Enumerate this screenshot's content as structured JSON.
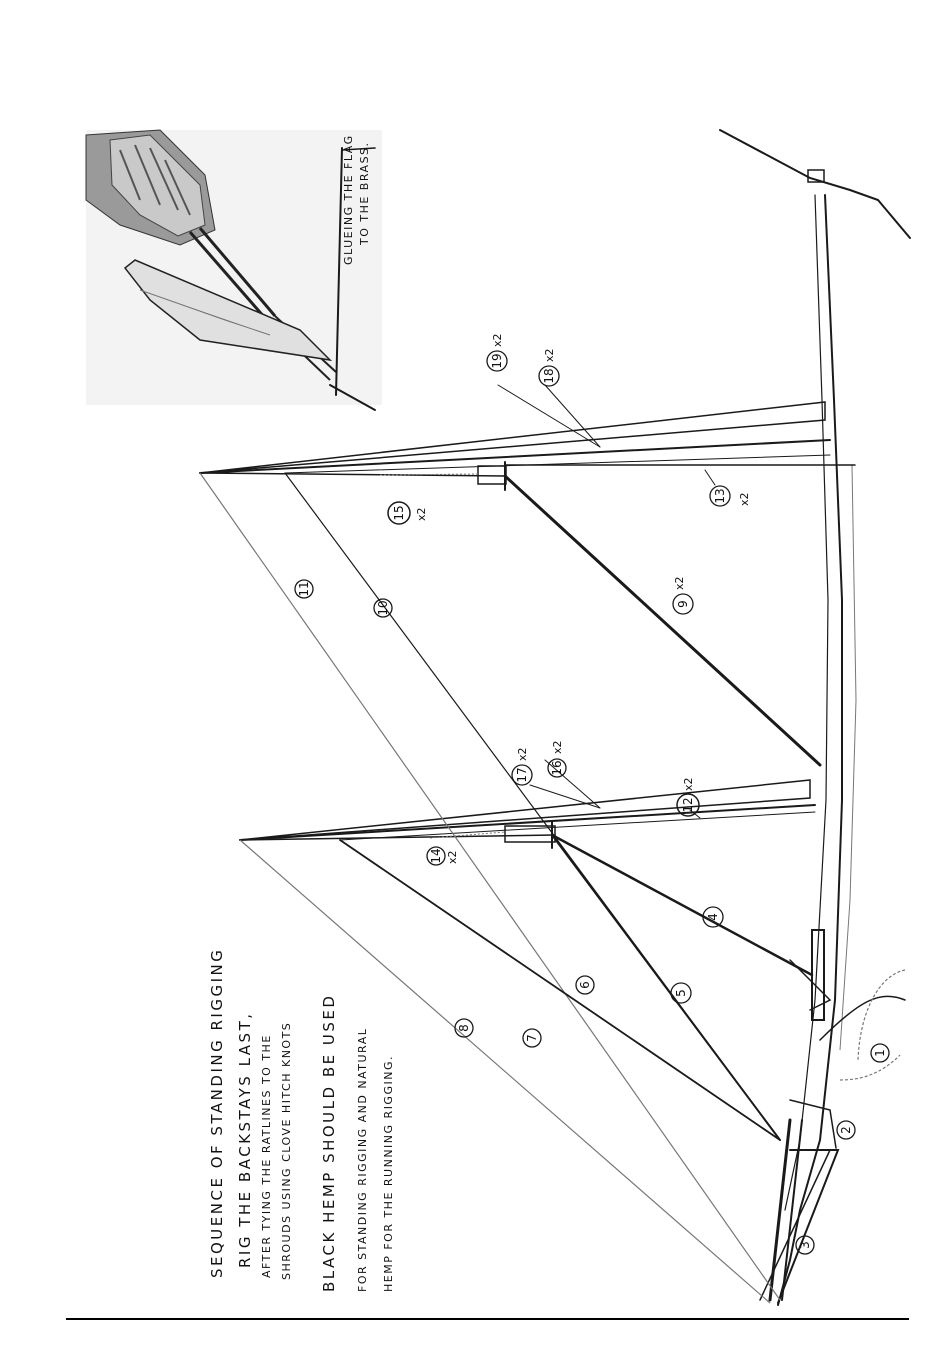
{
  "notes": {
    "title": "SEQUENCE OF STANDING RIGGING",
    "line1": "RIG THE BACKSTAYS LAST,",
    "line2": "AFTER TYING THE RATLINES TO THE",
    "line3": "SHROUDS USING CLOVE HITCH KNOTS",
    "line4": "BLACK HEMP SHOULD BE USED",
    "line5": "FOR STANDING RIGGING AND NATURAL",
    "line6": "HEMP FOR THE RUNNING RIGGING."
  },
  "inset": {
    "caption1": "GLUEING THE FLAG",
    "caption2": "TO THE BRASS."
  },
  "labels": [
    {
      "id": "1",
      "num": "1",
      "mult": ""
    },
    {
      "id": "2",
      "num": "2",
      "mult": ""
    },
    {
      "id": "3",
      "num": "3",
      "mult": ""
    },
    {
      "id": "4",
      "num": "4",
      "mult": ""
    },
    {
      "id": "5",
      "num": "5",
      "mult": ""
    },
    {
      "id": "6",
      "num": "6",
      "mult": ""
    },
    {
      "id": "7",
      "num": "7",
      "mult": ""
    },
    {
      "id": "8",
      "num": "8",
      "mult": ""
    },
    {
      "id": "9",
      "num": "9",
      "mult": "x2"
    },
    {
      "id": "10",
      "num": "10",
      "mult": ""
    },
    {
      "id": "11",
      "num": "11",
      "mult": ""
    },
    {
      "id": "12",
      "num": "12",
      "mult": "x2"
    },
    {
      "id": "13",
      "num": "13",
      "mult": "x2"
    },
    {
      "id": "14",
      "num": "14",
      "mult": "x2"
    },
    {
      "id": "15",
      "num": "15",
      "mult": "x2"
    },
    {
      "id": "16",
      "num": "16",
      "mult": "x2"
    },
    {
      "id": "17",
      "num": "17",
      "mult": "x2"
    },
    {
      "id": "18",
      "num": "18",
      "mult": "x2"
    },
    {
      "id": "19",
      "num": "19",
      "mult": "x2"
    }
  ]
}
